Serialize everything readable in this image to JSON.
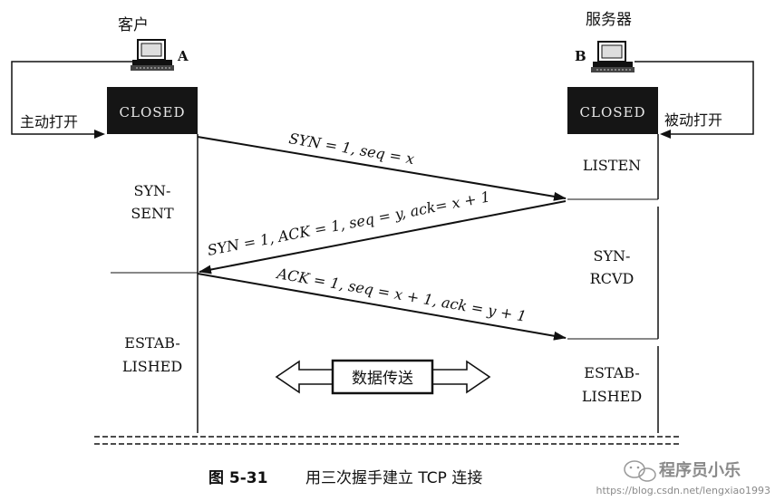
{
  "labels": {
    "client": "客户",
    "server": "服务器",
    "host_a": "A",
    "host_b": "B",
    "active_open": "主动打开",
    "passive_open": "被动打开",
    "data_transfer": "数据传送"
  },
  "states": {
    "client_closed": "CLOSED",
    "server_closed": "CLOSED",
    "syn_sent_1": "SYN-",
    "syn_sent_2": "SENT",
    "listen": "LISTEN",
    "syn_rcvd_1": "SYN-",
    "syn_rcvd_2": "RCVD",
    "client_established_1": "ESTAB-",
    "client_established_2": "LISHED",
    "server_established_1": "ESTAB-",
    "server_established_2": "LISHED"
  },
  "messages": {
    "syn": "SYN = 1, seq = x",
    "syn_ack": "SYN = 1, ACK = 1, seq = y, ack= x + 1",
    "ack": "ACK = 1, seq = x + 1, ack = y + 1"
  },
  "caption": {
    "figure_no": "图 5-31",
    "text": "用三次握手建立 TCP 连接"
  },
  "watermark": {
    "brand": "程序员小乐",
    "url": "https://blog.csdn.net/lengxiao1993"
  },
  "colors": {
    "ink": "#111111",
    "box_fill": "#151515",
    "box_text": "#e8e8e8",
    "watermark": "#8a8a8a"
  },
  "icons": [
    "client-computer-icon",
    "server-computer-icon",
    "wechat-icon"
  ]
}
